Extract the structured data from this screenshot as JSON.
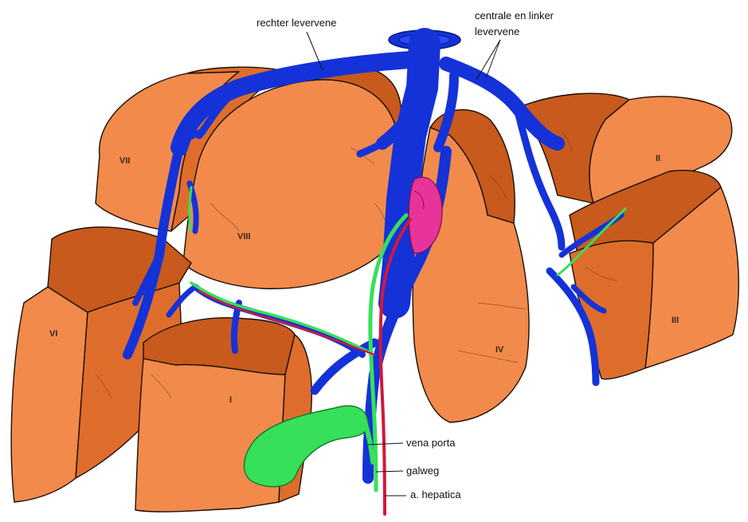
{
  "colors": {
    "liver_front": "#f28a4c",
    "liver_top": "#c75a1c",
    "liver_side": "#de6d2c",
    "vein": "#1432d8",
    "bile_duct": "#36e05a",
    "artery": "#d1183a",
    "caudate_highlight": "#e8339a",
    "gallbladder": "#36e05a"
  },
  "labels": {
    "right_hepatic_vein": "rechter levervene",
    "middle_left_hepatic_vein_line1": "centrale en linker",
    "middle_left_hepatic_vein_line2": "levervene",
    "portal_vein": "vena porta",
    "bile_duct": "galweg",
    "hepatic_artery": "a. hepatica"
  },
  "segments": {
    "s1": "I",
    "s2": "II",
    "s3": "III",
    "s4": "IV",
    "s6": "VI",
    "s7": "VII",
    "s8": "VIII"
  }
}
